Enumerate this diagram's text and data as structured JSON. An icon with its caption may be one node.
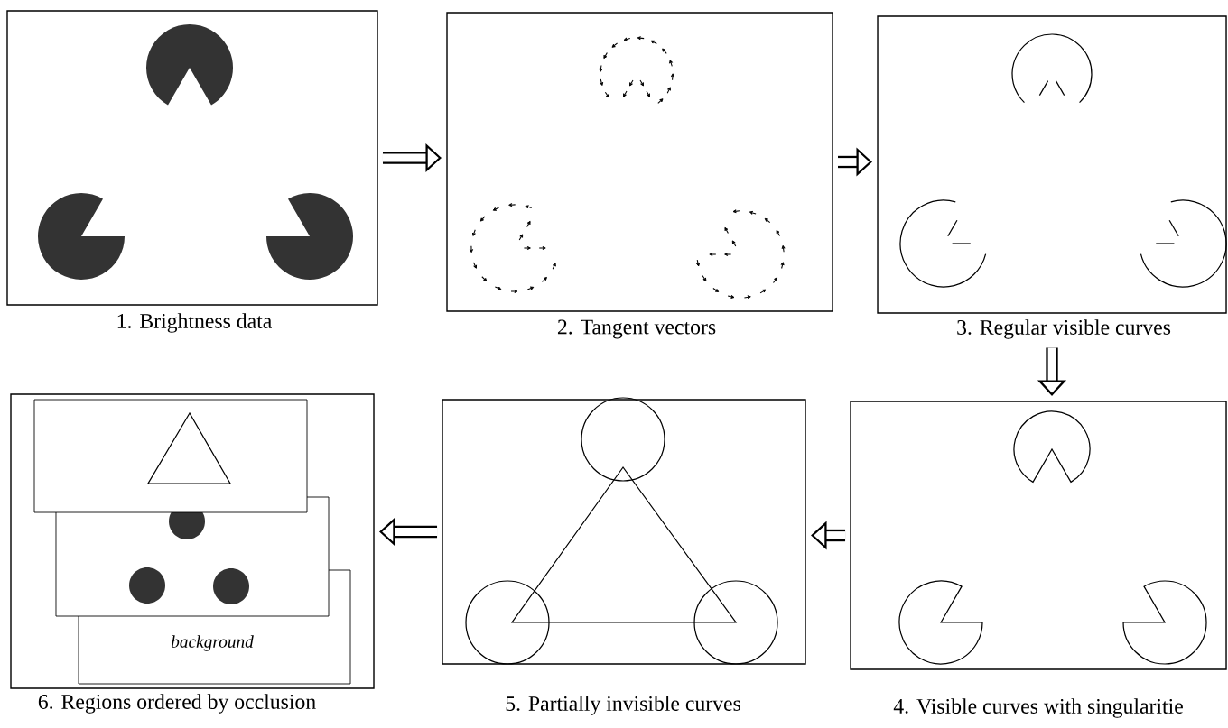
{
  "diagram": {
    "nodes": [
      {
        "text": [
          "1. Brightness data"
        ]
      },
      {
        "text": [
          "2. Tangent vectors"
        ]
      },
      {
        "text": [
          "3. Regular visible curves"
        ]
      },
      {
        "text": [
          "4. Visible curves with singularitie"
        ]
      },
      {
        "text": [
          "5. Partially invisible curves"
        ]
      },
      {
        "text": [
          "6. Regions ordered by occlusion"
        ]
      },
      {
        "text": [],
        "shape": "box",
        "in": 5
      },
      {
        "text": [],
        "shape": "box",
        "in": 5
      },
      {
        "text": [
          "background"
        ],
        "in": 5
      }
    ],
    "edges": [
      {
        "from": 0,
        "to": 1,
        "arrow": "to"
      },
      {
        "from": 1,
        "to": 2,
        "arrow": "to"
      },
      {
        "from": 2,
        "to": 3,
        "arrow": "to"
      },
      {
        "from": 3,
        "to": 4,
        "arrow": "to"
      },
      {
        "from": 4,
        "to": 5,
        "arrow": "to"
      }
    ]
  }
}
